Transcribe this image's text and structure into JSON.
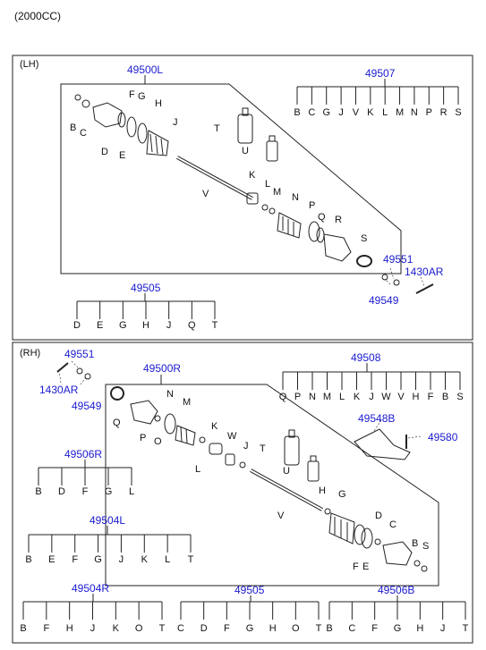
{
  "header": {
    "engine": "(2000CC)"
  },
  "colors": {
    "part_number": "#1a1ad0",
    "letter": "#111111",
    "line": "#222222"
  },
  "lh": {
    "section_label": "(LH)",
    "assembly": "49500L",
    "kit_49507": {
      "number": "49507",
      "letters": [
        "B",
        "C",
        "G",
        "J",
        "V",
        "K",
        "L",
        "M",
        "N",
        "P",
        "R",
        "S"
      ]
    },
    "kit_49505": {
      "number": "49505",
      "letters": [
        "D",
        "E",
        "G",
        "H",
        "J",
        "Q",
        "T"
      ]
    },
    "bolt_parts": [
      "49551",
      "1430AR",
      "49549"
    ],
    "callouts": [
      "B",
      "C",
      "D",
      "E",
      "F",
      "G",
      "H",
      "J",
      "T",
      "U",
      "V",
      "K",
      "L",
      "M",
      "N",
      "P",
      "Q",
      "R",
      "S"
    ]
  },
  "rh": {
    "section_label": "(RH)",
    "assembly": "49500R",
    "bolt_parts": [
      "49551",
      "1430AR",
      "49549"
    ],
    "kit_49508": {
      "number": "49508",
      "letters": [
        "Q",
        "P",
        "N",
        "M",
        "L",
        "K",
        "J",
        "W",
        "V",
        "H",
        "F",
        "B",
        "S"
      ]
    },
    "bracket_parts": [
      "49548B",
      "49580"
    ],
    "kit_49506R": {
      "number": "49506R",
      "letters": [
        "B",
        "D",
        "F",
        "G",
        "L"
      ]
    },
    "kit_49504L": {
      "number": "49504L",
      "letters": [
        "B",
        "E",
        "F",
        "G",
        "J",
        "K",
        "L",
        "T"
      ]
    },
    "kit_49504R": {
      "number": "49504R",
      "letters": [
        "B",
        "F",
        "H",
        "J",
        "K",
        "O",
        "T"
      ]
    },
    "kit_49505": {
      "number": "49505",
      "letters": [
        "C",
        "D",
        "F",
        "G",
        "H",
        "O",
        "T"
      ]
    },
    "kit_49506B": {
      "number": "49506B",
      "letters": [
        "B",
        "C",
        "F",
        "G",
        "H",
        "J",
        "T"
      ]
    },
    "callouts": [
      "Q",
      "P",
      "O",
      "N",
      "M",
      "L",
      "K",
      "W",
      "J",
      "T",
      "U",
      "V",
      "H",
      "G",
      "F",
      "E",
      "D",
      "C",
      "B",
      "S"
    ]
  }
}
